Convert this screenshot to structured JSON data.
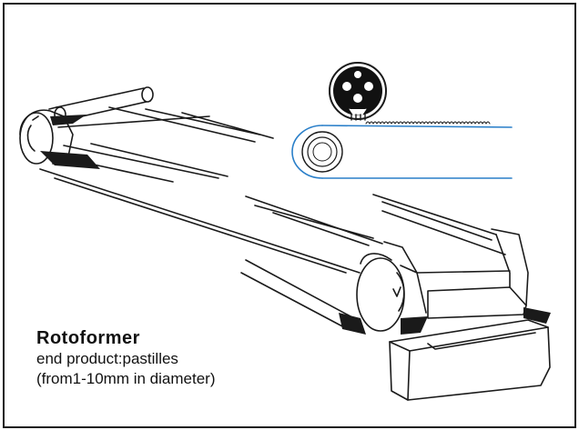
{
  "diagram": {
    "title": "Rotoformer",
    "caption_lines": [
      "end product:pastilles",
      "(from1-10mm in diameter)"
    ],
    "colors": {
      "line": "#1a1a1a",
      "belt_blue": "#2a7fc9",
      "background": "#ffffff"
    }
  }
}
